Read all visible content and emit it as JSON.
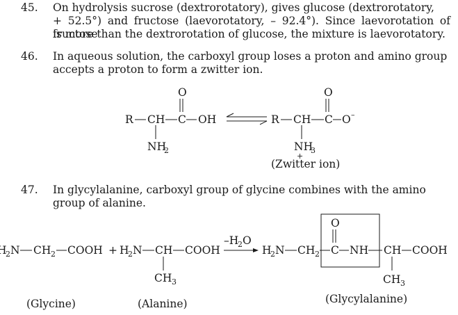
{
  "q45": {
    "number": "45.",
    "line1": "On hydrolysis sucrose (dextrorotatory), gives glucose (dextrorotatory,",
    "line2": "+ 52.5°) and fructose (laevorotatory, – 92.4°). Since laevorotation of fructose",
    "line3": "is more than the dextrorotation of glucose, the mixture is laevorotatory."
  },
  "q46": {
    "number": "46.",
    "line1": "In aqueous solution, the carboxyl group loses a proton and amino group",
    "line2": "accepts a proton to form a zwitter ion.",
    "zwitter_caption": "(Zwitter ion)"
  },
  "q47": {
    "number": "47.",
    "line1": "In glycylalanine, carboxyl group of glycine combines with the amino",
    "line2": "group of alanine.",
    "reagent": "–H",
    "reagent_sub": "2",
    "reagent_end": "O",
    "glycine_label": "(Glycine)",
    "alanine_label": "(Alanine)",
    "product_label": "(Glycylalanine)"
  },
  "atoms": {
    "R": "R",
    "CH": "CH",
    "C": "C",
    "O": "O",
    "OH": "OH",
    "O_minus": "O",
    "minus": "–",
    "NH": "NH",
    "sub2": "2",
    "sub3": "3",
    "plus": "+",
    "H": "H",
    "N": "N",
    "COOH": "COOH",
    "CH3": "CH",
    "plus_sign": "+"
  }
}
